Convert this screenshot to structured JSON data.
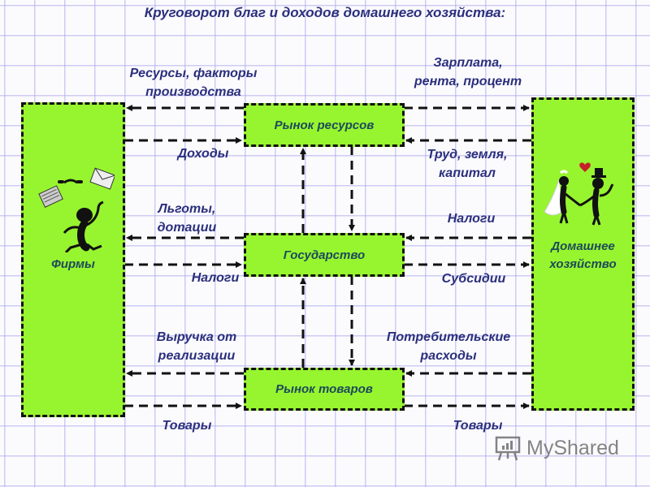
{
  "title": "Круговорот благ и доходов домашнего хозяйства:",
  "colors": {
    "box_fill": "#97f52f",
    "label_text": "#2b2f7c",
    "box_text": "#1d4a5a",
    "border": "#111111",
    "grid": "#aaa5eb"
  },
  "nodes": {
    "firms": {
      "label": "Фирмы",
      "icon": "juggling-figure-icon"
    },
    "household": {
      "label_line1": "Домашнее",
      "label_line2": "хозяйство",
      "icon": "bride-groom-couple-icon"
    },
    "resource_market": {
      "label": "Рынок ресурсов"
    },
    "government": {
      "label": "Государство"
    },
    "goods_market": {
      "label": "Рынок товаров"
    }
  },
  "flows": {
    "resources_factors": {
      "line1": "Ресурсы, факторы",
      "line2": "производства"
    },
    "wages": {
      "line1": "Зарплата,",
      "line2": "рента, процент"
    },
    "income": {
      "line1": "Доходы"
    },
    "labor_land_capital": {
      "line1": "Труд, земля,",
      "line2": "капитал"
    },
    "benefits": {
      "line1": "Льготы,",
      "line2": "дотации"
    },
    "taxes_household": {
      "line1": "Налоги"
    },
    "taxes_firms": {
      "line1": "Налоги"
    },
    "subsidies": {
      "line1": "Субсидии"
    },
    "revenue": {
      "line1": "Выручка от",
      "line2": "реализации"
    },
    "consumer_spending": {
      "line1": "Потребительские",
      "line2": "расходы"
    },
    "goods_firms": {
      "line1": "Товары"
    },
    "goods_household": {
      "line1": "Товары"
    }
  },
  "watermark": {
    "text": "MyShared",
    "icon": "presentation-board-icon"
  }
}
